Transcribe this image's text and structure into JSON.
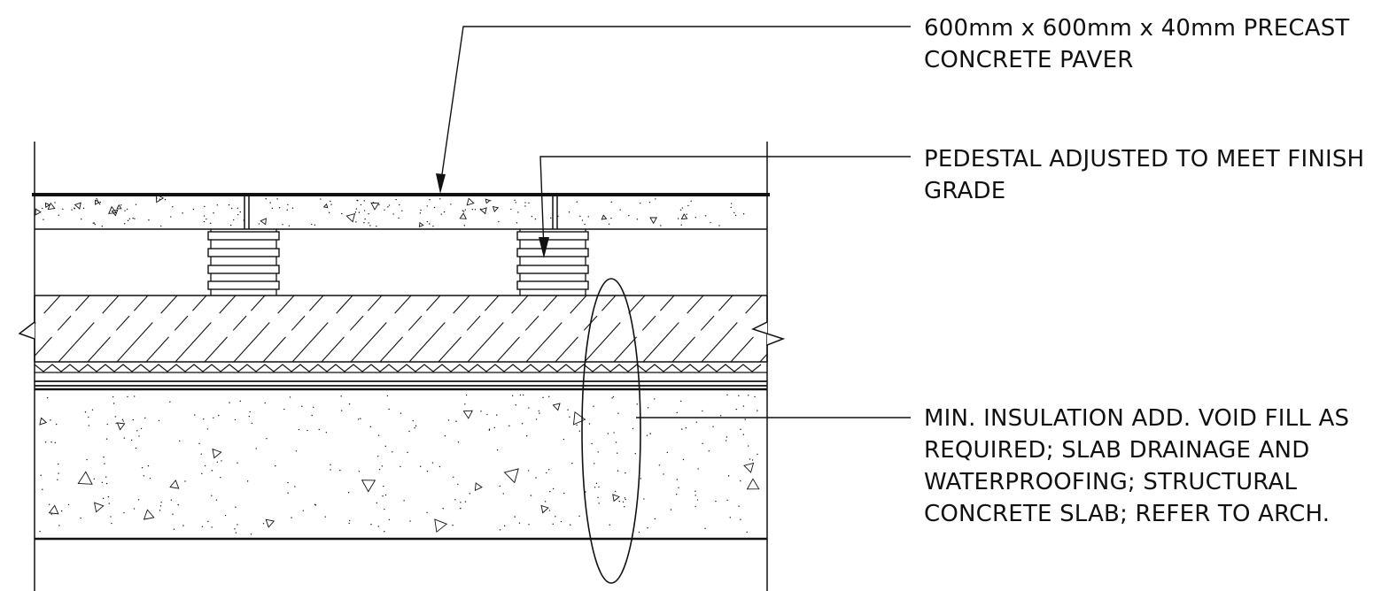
{
  "notes": {
    "paver": {
      "line1": "600mm x 600mm x 40mm PRECAST",
      "line2": "CONCRETE PAVER"
    },
    "pedestal": {
      "line1": "PEDESTAL ADJUSTED TO MEET FINISH",
      "line2": "GRADE"
    },
    "insulation": {
      "line1": "MIN. INSULATION ADD. VOID FILL AS",
      "line2": "REQUIRED; SLAB DRAINAGE AND",
      "line3": "WATERPROOFING; STRUCTURAL",
      "line4": "CONCRETE SLAB; REFER TO ARCH."
    }
  },
  "colors": {
    "ink": "#111111",
    "background": "#ffffff"
  }
}
